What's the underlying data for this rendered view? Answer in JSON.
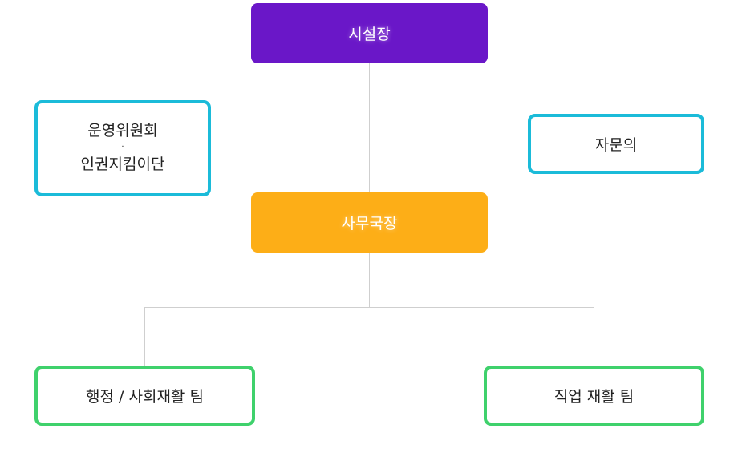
{
  "org_chart": {
    "director": {
      "label": "시설장"
    },
    "committee": {
      "line1": "운영위원회",
      "separator": "·",
      "line2": "인권지킴이단"
    },
    "advisor": {
      "label": "자문의"
    },
    "secretary_general": {
      "label": "사무국장"
    },
    "teams": [
      {
        "label": "행정 / 사회재활 팀"
      },
      {
        "label": "직업 재활 팀"
      }
    ]
  },
  "colors": {
    "director_fill": "#6a17c8",
    "secretary_fill": "#fdae17",
    "advisory_border": "#1bbbd9",
    "team_border": "#3fd16c",
    "connector": "#cfcfcf"
  }
}
